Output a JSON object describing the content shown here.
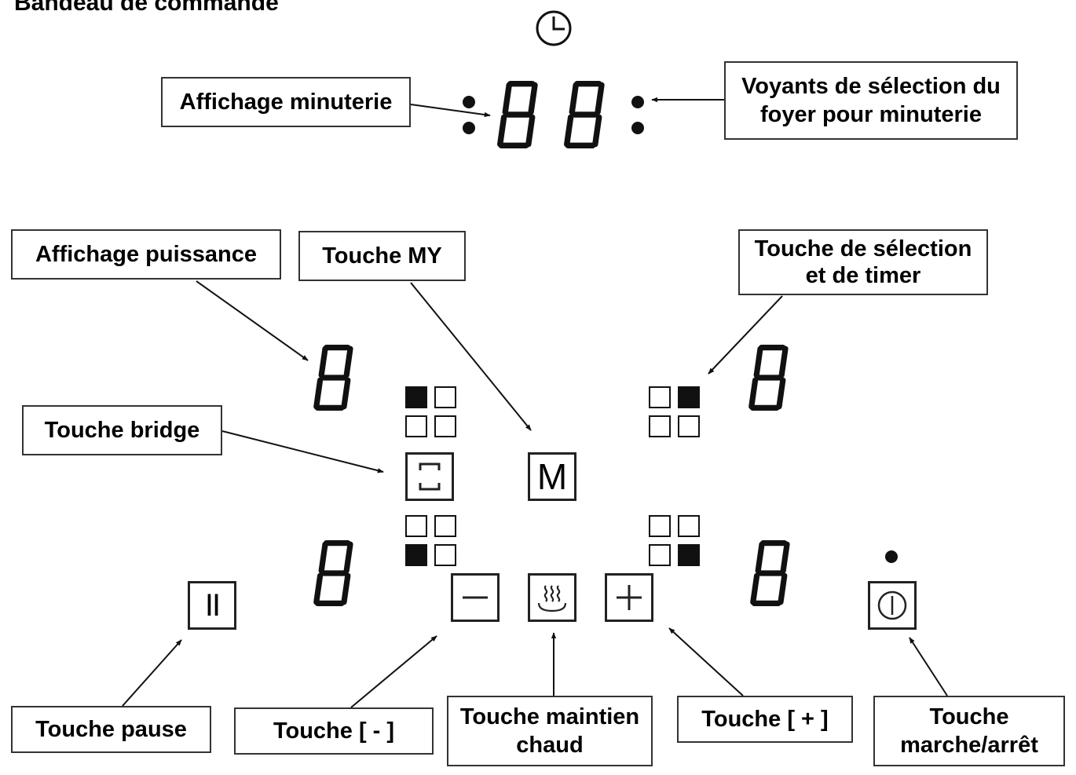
{
  "title": "Bandeau de commande",
  "labels": {
    "affichage_minuterie": "Affichage minuterie",
    "voyants_line1": "Voyants de sélection du",
    "voyants_line2": "foyer pour minuterie",
    "affichage_puissance": "Affichage puissance",
    "touche_my": "Touche MY",
    "selection_line1": "Touche de sélection",
    "selection_line2": "et de timer",
    "touche_bridge": "Touche bridge",
    "touche_pause": "Touche pause",
    "touche_moins": "Touche [ - ]",
    "maintien_line1": "Touche maintien",
    "maintien_line2": "chaud",
    "touche_plus": "Touche [ + ]",
    "marche_line1": "Touche",
    "marche_line2": "marche/arrêt"
  },
  "buttons": {
    "my_glyph": "M",
    "pause_glyph": "II"
  },
  "displays": {
    "timer_digits": [
      "8",
      "8"
    ],
    "power_zone_top_left": "8",
    "power_zone_top_right": "8",
    "power_zone_bottom_left": "8",
    "power_zone_bottom_right": "8"
  },
  "zone_indicators": {
    "top_left": [
      1,
      0,
      0,
      0
    ],
    "top_right": [
      0,
      1,
      0,
      0
    ],
    "bottom_left": [
      0,
      0,
      1,
      0
    ],
    "bottom_right": [
      0,
      0,
      0,
      1
    ]
  }
}
